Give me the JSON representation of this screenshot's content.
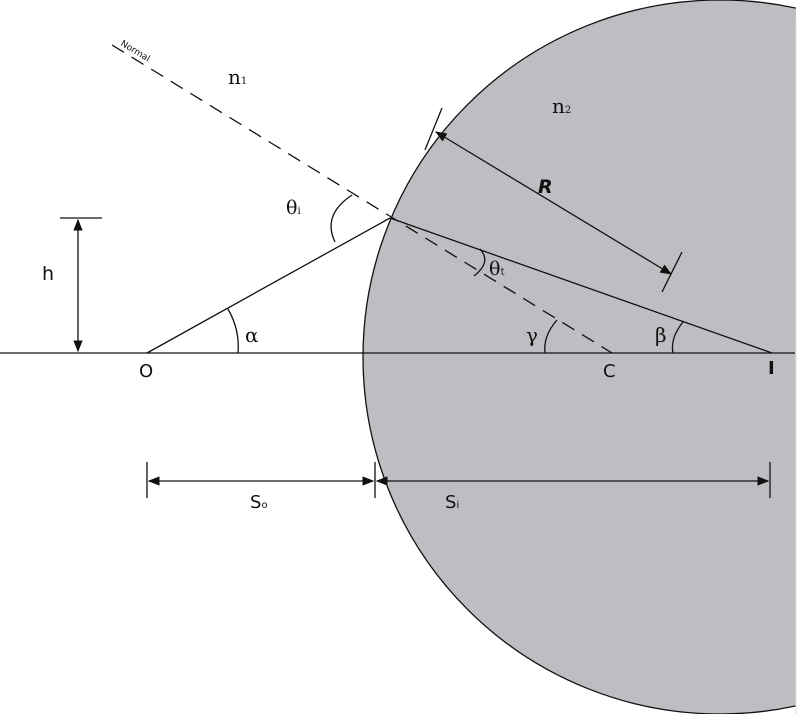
{
  "labels": {
    "normal": "Normal",
    "n1": "n",
    "n1_sub": "1",
    "n2": "n",
    "n2_sub": "2",
    "theta_i": "θ",
    "theta_i_sub": "i",
    "theta_t": "θ",
    "theta_t_sub": "t",
    "radius": "R",
    "height": "h",
    "alpha": "α",
    "gamma": "γ",
    "beta": "β",
    "object": "O",
    "center": "C",
    "image": "I",
    "s_o": "S",
    "s_o_sub": "o",
    "s_i": "S",
    "s_i_sub": "i"
  },
  "colors": {
    "medium2_fill": "#bdbec2",
    "line": "#111111",
    "background": "#ffffff"
  }
}
